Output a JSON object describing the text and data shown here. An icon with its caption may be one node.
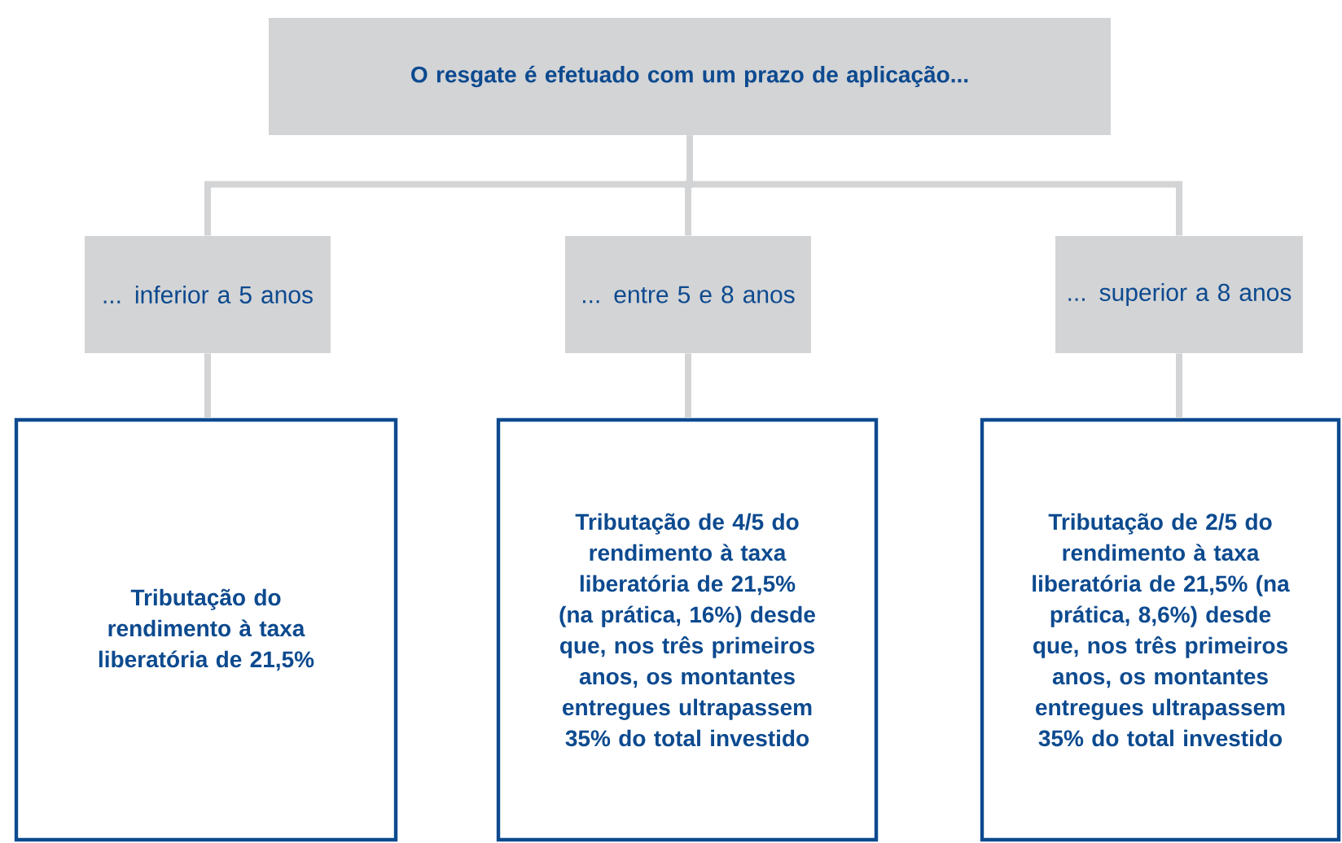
{
  "diagram": {
    "nodes": [
      {
        "text": [
          "O resgate é efetuado com um prazo de aplicação..."
        ]
      },
      {
        "text": [
          "... inferior a 5 anos"
        ]
      },
      {
        "text": [
          "... entre 5 e 8 anos"
        ]
      },
      {
        "text": [
          "... superior a 8 anos"
        ]
      },
      {
        "text": [
          "Tributação do rendimento à taxa liberatória de 21,5%"
        ]
      },
      {
        "text": [
          "Tributação de 4/5 do rendimento à taxa liberatória de 21,5% (na prática, 16%) desde que, nos três primeiros anos, os montantes entregues ultrapassem 35% do total investido"
        ]
      },
      {
        "text": [
          "Tributação de 2/5 do rendimento à taxa liberatória de 21,5% (na prática, 8,6%) desde que, nos três primeiros anos, os montantes entregues ultrapassem 35% do total investido"
        ]
      }
    ],
    "edges": [
      {
        "from": 0,
        "to": 1,
        "arrow": "none"
      },
      {
        "from": 0,
        "to": 2,
        "arrow": "none"
      },
      {
        "from": 0,
        "to": 3,
        "arrow": "none"
      },
      {
        "from": 1,
        "to": 4,
        "arrow": "none"
      },
      {
        "from": 2,
        "to": 5,
        "arrow": "none"
      },
      {
        "from": 3,
        "to": 6,
        "arrow": "none"
      }
    ]
  }
}
